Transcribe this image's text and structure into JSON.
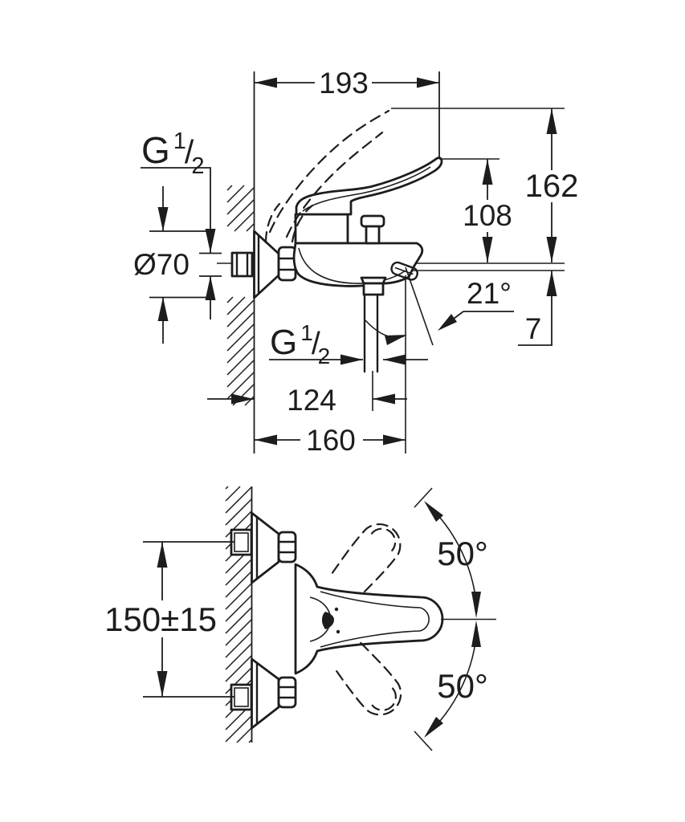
{
  "meta": {
    "background": "#ffffff",
    "line_color": "#1d1d1d"
  },
  "side": {
    "width_top": "193",
    "supply_thread_g": "G",
    "supply_thread_num": "1",
    "supply_thread_slash": "/",
    "supply_thread_den": "2",
    "rosette_dia": "Ø70",
    "height_total": "162",
    "height_body": "108",
    "spout_angle": "21°",
    "outlet_drop": "7",
    "hose_thread_g": "G",
    "hose_thread_num": "1",
    "hose_thread_slash": "/",
    "hose_thread_den": "2",
    "hose_center": "124",
    "spout_reach": "160"
  },
  "plan": {
    "mount_distance": "150±15",
    "swivel_up": "50°",
    "swivel_down": "50°"
  }
}
